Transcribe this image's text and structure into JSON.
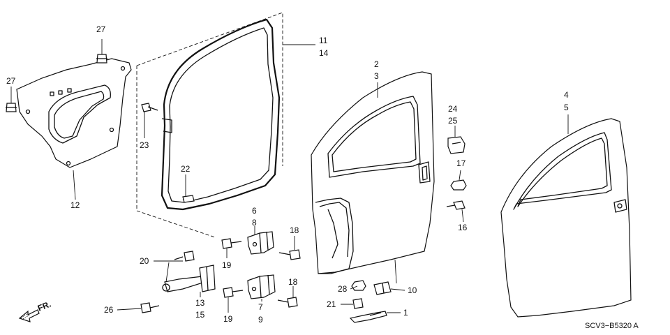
{
  "callouts": {
    "c1": "1",
    "c2": "2",
    "c3": "3",
    "c4": "4",
    "c5": "5",
    "c6": "6",
    "c7": "7",
    "c8": "8",
    "c9": "9",
    "c10": "10",
    "c11": "11",
    "c12": "12",
    "c13": "13",
    "c14": "14",
    "c15": "15",
    "c16": "16",
    "c17": "17",
    "c18a": "18",
    "c18b": "18",
    "c19a": "19",
    "c19b": "19",
    "c20": "20",
    "c21": "21",
    "c22": "22",
    "c23": "23",
    "c24": "24",
    "c25": "25",
    "c26": "26",
    "c27a": "27",
    "c27b": "27",
    "c28": "28"
  },
  "direction_label": "FR.",
  "diagram_code": "SCV3−B5320 A"
}
